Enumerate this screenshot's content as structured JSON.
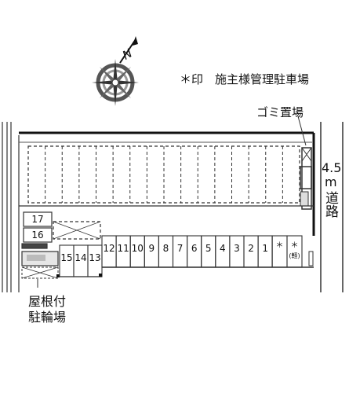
{
  "north_mark": {
    "letter": "N"
  },
  "legend": {
    "text": "＊印　施主様管理駐車場"
  },
  "labels": {
    "garbage": "ゴミ置場",
    "road_width": "4.5",
    "road_unit": "m",
    "road_word": "道路",
    "roofed_bike_line1": "屋根付",
    "roofed_bike_line2": "駐輪場"
  },
  "left_spaces": [
    "17",
    "16"
  ],
  "bottom_spaces": [
    "15",
    "14",
    "13",
    "12",
    "11",
    "10",
    "9",
    "8",
    "7",
    "6",
    "5",
    "4",
    "3",
    "2",
    "1",
    "＊",
    "＊"
  ],
  "owner_space_note": "(軽)"
}
